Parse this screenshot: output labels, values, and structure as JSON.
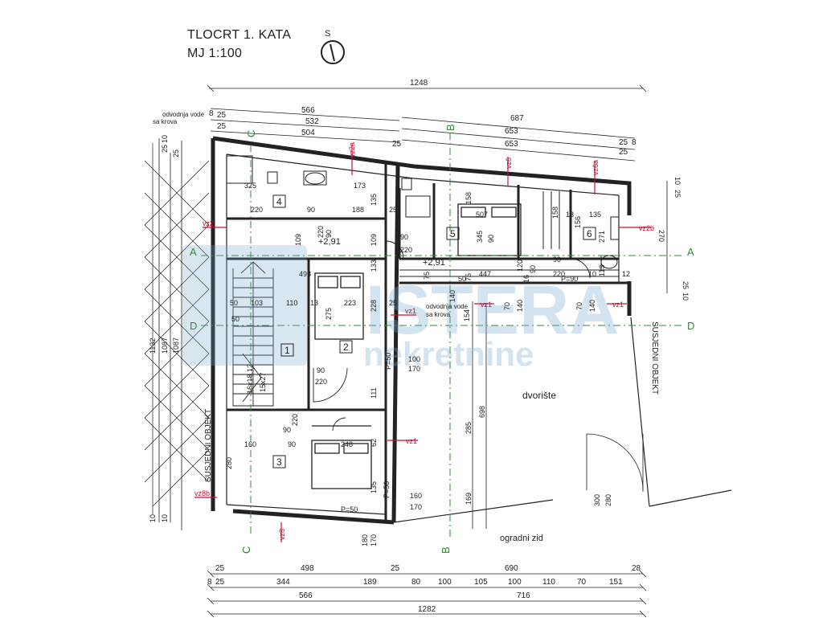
{
  "title": {
    "line1": "TLOCRT 1. KATA",
    "line2": "MJ 1:100"
  },
  "north": {
    "letter": "S"
  },
  "watermark": {
    "brand": "ISTERA",
    "sub": "nekretnine"
  },
  "colors": {
    "line": "#222222",
    "axis": "#2e8b2e",
    "vz": "#c8102e",
    "watermark": "#78aad2"
  },
  "labels": {
    "roof_drain_top": "odvodnja vode",
    "roof_drain_top2": "sa krova",
    "roof_drain_mid": "odvodnja vode",
    "roof_drain_mid2": "sa krova",
    "courtyard": "dvorište",
    "neighbor_left": "SUSJEDNI OBJEKT",
    "neighbor_right": "SUSJEDNI OBJEKT",
    "fence_wall": "ogradni zid",
    "height_1": "+2,91",
    "height_2": "+2,91"
  },
  "rooms": [
    "1",
    "2",
    "3",
    "4",
    "5",
    "6"
  ],
  "axes": {
    "a": "A",
    "b": "B",
    "c": "C",
    "d": "D"
  },
  "vz": [
    "vz2a",
    "vz6",
    "vz6a",
    "vz2",
    "vz2b",
    "vz1",
    "vz1",
    "vz1",
    "vz1",
    "vz8b",
    "vz8"
  ],
  "stairs": [
    "16x18,12",
    "15x27"
  ],
  "dims_top": [
    "1248",
    "566",
    "532",
    "504",
    "687",
    "653",
    "653",
    "25",
    "8",
    "25",
    "25",
    "25",
    "25",
    "8"
  ],
  "dims_left": [
    "1132",
    "1087",
    "1087",
    "25",
    "10",
    "25",
    "10",
    "10",
    "10"
  ],
  "dims_right": [
    "10",
    "25",
    "270",
    "25",
    "10"
  ],
  "dims_bottom_row1": [
    "25",
    "498",
    "25",
    "690",
    "28"
  ],
  "dims_bottom_row2": [
    "8",
    "25",
    "344",
    "189",
    "80",
    "100",
    "105",
    "100",
    "110",
    "70",
    "151"
  ],
  "dims_bottom_row3": [
    "566",
    "716"
  ],
  "dims_bottom_row4": [
    "1282"
  ],
  "dims_interior": [
    "325",
    "173",
    "135",
    "220",
    "90",
    "188",
    "25",
    "158",
    "507",
    "158",
    "135",
    "13",
    "156",
    "90",
    "220",
    "345",
    "90",
    "109",
    "109",
    "90",
    "220",
    "2,91",
    "498",
    "447",
    "75",
    "75",
    "50",
    "133",
    "120",
    "90",
    "16",
    "220",
    "90",
    "10",
    "113",
    "271",
    "90",
    "12",
    "P=90",
    "50",
    "103",
    "110",
    "13",
    "223",
    "275",
    "228",
    "25",
    "25",
    "140",
    "154",
    "70",
    "140",
    "70",
    "140",
    "50",
    "P=50",
    "100",
    "170",
    "90",
    "220",
    "111",
    "285",
    "698",
    "90",
    "220",
    "160",
    "90",
    "248",
    "62",
    "280",
    "135",
    "P=50",
    "160",
    "170",
    "169",
    "P=50",
    "180",
    "170",
    "300",
    "280"
  ]
}
